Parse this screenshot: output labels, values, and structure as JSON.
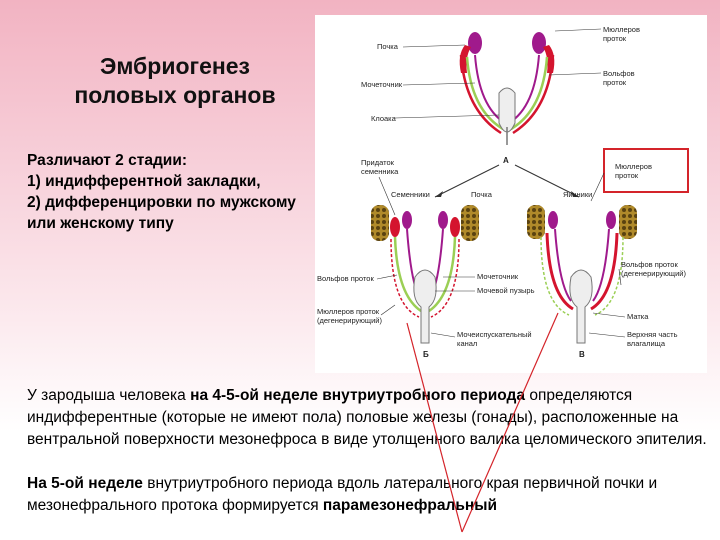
{
  "title": {
    "line1": "Эмбриогенез",
    "line2": "половых органов"
  },
  "stages": {
    "intro": "Различают 2 стадии:",
    "item1": "1) индифферентной закладки,",
    "item2": "2) дифференцировки по мужскому или женскому типу"
  },
  "figure": {
    "labels": {
      "kidney_top": "Почка",
      "ureter": "Мочеточник",
      "cloaca": "Клоака",
      "muller_duct_top_line1": "Мюллеров",
      "muller_duct_top_line2": "проток",
      "wolff_duct_top_line1": "Вольфов",
      "wolff_duct_top_line2": "проток",
      "letter_a": "А",
      "epididymis_line1": "Придаток",
      "epididymis_line2": "семенника",
      "testes": "Семенники",
      "kidney_mid": "Почка",
      "ovaries": "Яичники",
      "muller_duct_boxed_line1": "Мюллеров",
      "muller_duct_boxed_line2": "проток",
      "wolff_duct_left": "Вольфов проток",
      "ureter_mid": "Мочеточник",
      "bladder": "Мочевой пузырь",
      "wolff_duct_degen_line1": "Вольфов проток",
      "wolff_duct_degen_line2": "(дегенерирующий)",
      "muller_duct_degen_line1": "Мюллеров проток",
      "muller_duct_degen_line2": "(дегенерирующий)",
      "urethra_line1": "Мочеиспускательный",
      "urethra_line2": "канал",
      "uterus": "Матка",
      "vagina_line1": "Верхняя часть",
      "vagina_line2": "влагалища",
      "letter_b": "Б",
      "letter_v": "В"
    }
  },
  "paragraph1": {
    "t1": "У зародыша человека ",
    "b1": "на ",
    "b2": "4-5",
    "b3": "-ой неделе внутриутробного периода",
    "t2": " определяются индифферентные (которые не имеют пола) половые железы (гонады), расположенные на вентральной поверхности мезонефроса в виде утолщенного валика целомического эпителия."
  },
  "paragraph2": {
    "b1": "На ",
    "b2": "5",
    "b3": "-ой неделе",
    "t1": " внутриутробного периода вдоль латерального края первичной почки и мезонефрального протока формируется ",
    "b4": "парамезонефральный"
  },
  "colors": {
    "accent_red": "#d4242a",
    "muller_duct": "#d4142e",
    "wolff_duct": "#9bcf55",
    "kidney": "#a01a8c",
    "gonad": "#8a6a18"
  }
}
